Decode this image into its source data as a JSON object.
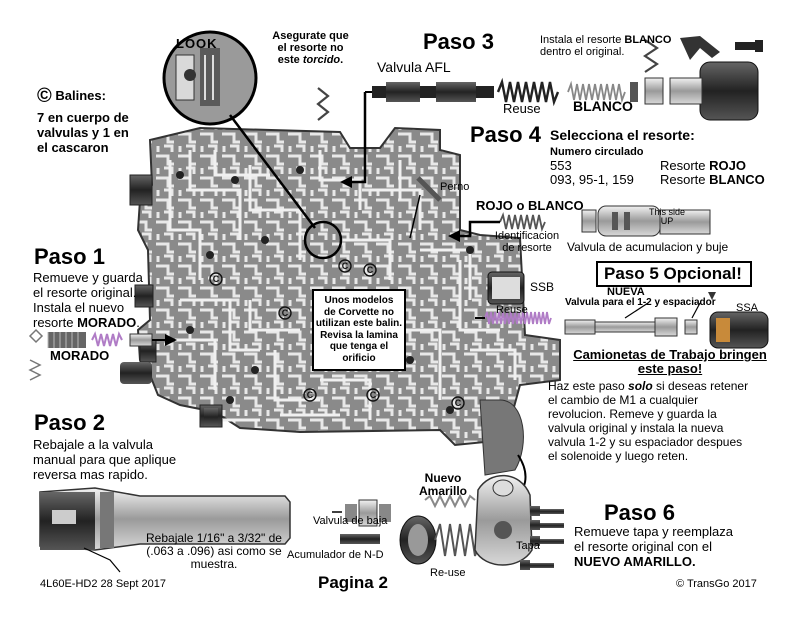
{
  "balines": {
    "symbol": "©",
    "title": "Balines:",
    "line1": "7 en cuerpo de",
    "line2": "valvulas y 1 en",
    "line3": "el cascaron"
  },
  "look": {
    "label": "LOOK",
    "note_line1": "Asegurate que",
    "note_line2": "el resorte no",
    "note_line3_a": "este ",
    "note_line3_b": "torcido",
    "note_line3_c": "."
  },
  "paso3": {
    "title": "Paso 3",
    "line1_a": "Instala el resorte ",
    "line1_b": "BLANCO",
    "line2": "dentro el original.",
    "valve_label": "Valvula AFL",
    "reuse_label": "Reuse",
    "blanco_label": "BLANCO"
  },
  "paso4": {
    "title": "Paso 4",
    "heading": "Selecciona el resorte:",
    "subheading": "Numero circulado",
    "row1_num": "553",
    "row1_res_a": "Resorte ",
    "row1_res_b": "ROJO",
    "row2_num": "093, 95-1, 159",
    "row2_res_a": "Resorte ",
    "row2_res_b": "BLANCO",
    "perno": "Perno",
    "rojo_blanco": "ROJO o BLANCO",
    "ident_line1": "Identificacion",
    "ident_line2": "de resorte",
    "this_side_line1": "This side",
    "this_side_line2": "UP",
    "acum_label": "Valvula de acumulacion y buje"
  },
  "paso1": {
    "title": "Paso 1",
    "line1": "Remueve y guarda",
    "line2": "el resorte original.",
    "line3": "Instala el nuevo",
    "line4_a": "resorte ",
    "line4_b": "MORADO",
    "line4_c": ".",
    "morado_label": "MORADO"
  },
  "ssb": "SSB",
  "paso5": {
    "title": "Paso 5 Opcional!",
    "nueva": "NUEVA",
    "valve_desc": "Valvula para el 1-2 y espaciador",
    "ssa": "SSA",
    "reuse": "Reuse",
    "cam_line1": "Camionetas de Trabajo bringen",
    "cam_line2": "este paso!",
    "body1_a": "Haz este paso ",
    "body1_b": "solo",
    "body1_c": " si deseas retener",
    "body2": "el cambio de M1 a cualquier",
    "body3": "revolucion. Remeve y guarda la",
    "body4": "valvula original y instala la nueva",
    "body5": "valvula 1-2 y su espaciador despues",
    "body6": "el solenoide y luego reten."
  },
  "corvette": {
    "line1": "Unos modelos",
    "line2": "de Corvette no",
    "line3": "utilizan este balin.",
    "line4": "Revisa la lamina",
    "line5": "que tenga el",
    "line6": "orificio"
  },
  "paso2": {
    "title": "Paso 2",
    "line1": "Rebajale a la valvula",
    "line2": "manual para que aplique",
    "line3": "reversa mas rapido.",
    "cut_line1": "Rebajale 1/16\" a 3/32\" de",
    "cut_line2": "(.063 a .096) asi como se",
    "cut_line3": "muestra."
  },
  "paso6": {
    "title": "Paso 6",
    "line1": "Remueve tapa y reemplaza",
    "line2": "el resorte original con el",
    "line3": "NUEVO AMARILLO.",
    "nuevo": "Nuevo",
    "amarillo": "Amarillo",
    "tapa": "Tapa",
    "reuse": "Re-use",
    "valvula_baja": "Valvula de baja",
    "acumulador": "Acumulador de N-D"
  },
  "footer": {
    "left": "4L60E-HD2  28 Sept 2017",
    "page": "Pagina 2",
    "right": "© TransGo 2017"
  },
  "colors": {
    "body_gray": "#7a7a7a",
    "body_dark": "#444444",
    "purple": "#b07cc6",
    "black": "#000000"
  }
}
